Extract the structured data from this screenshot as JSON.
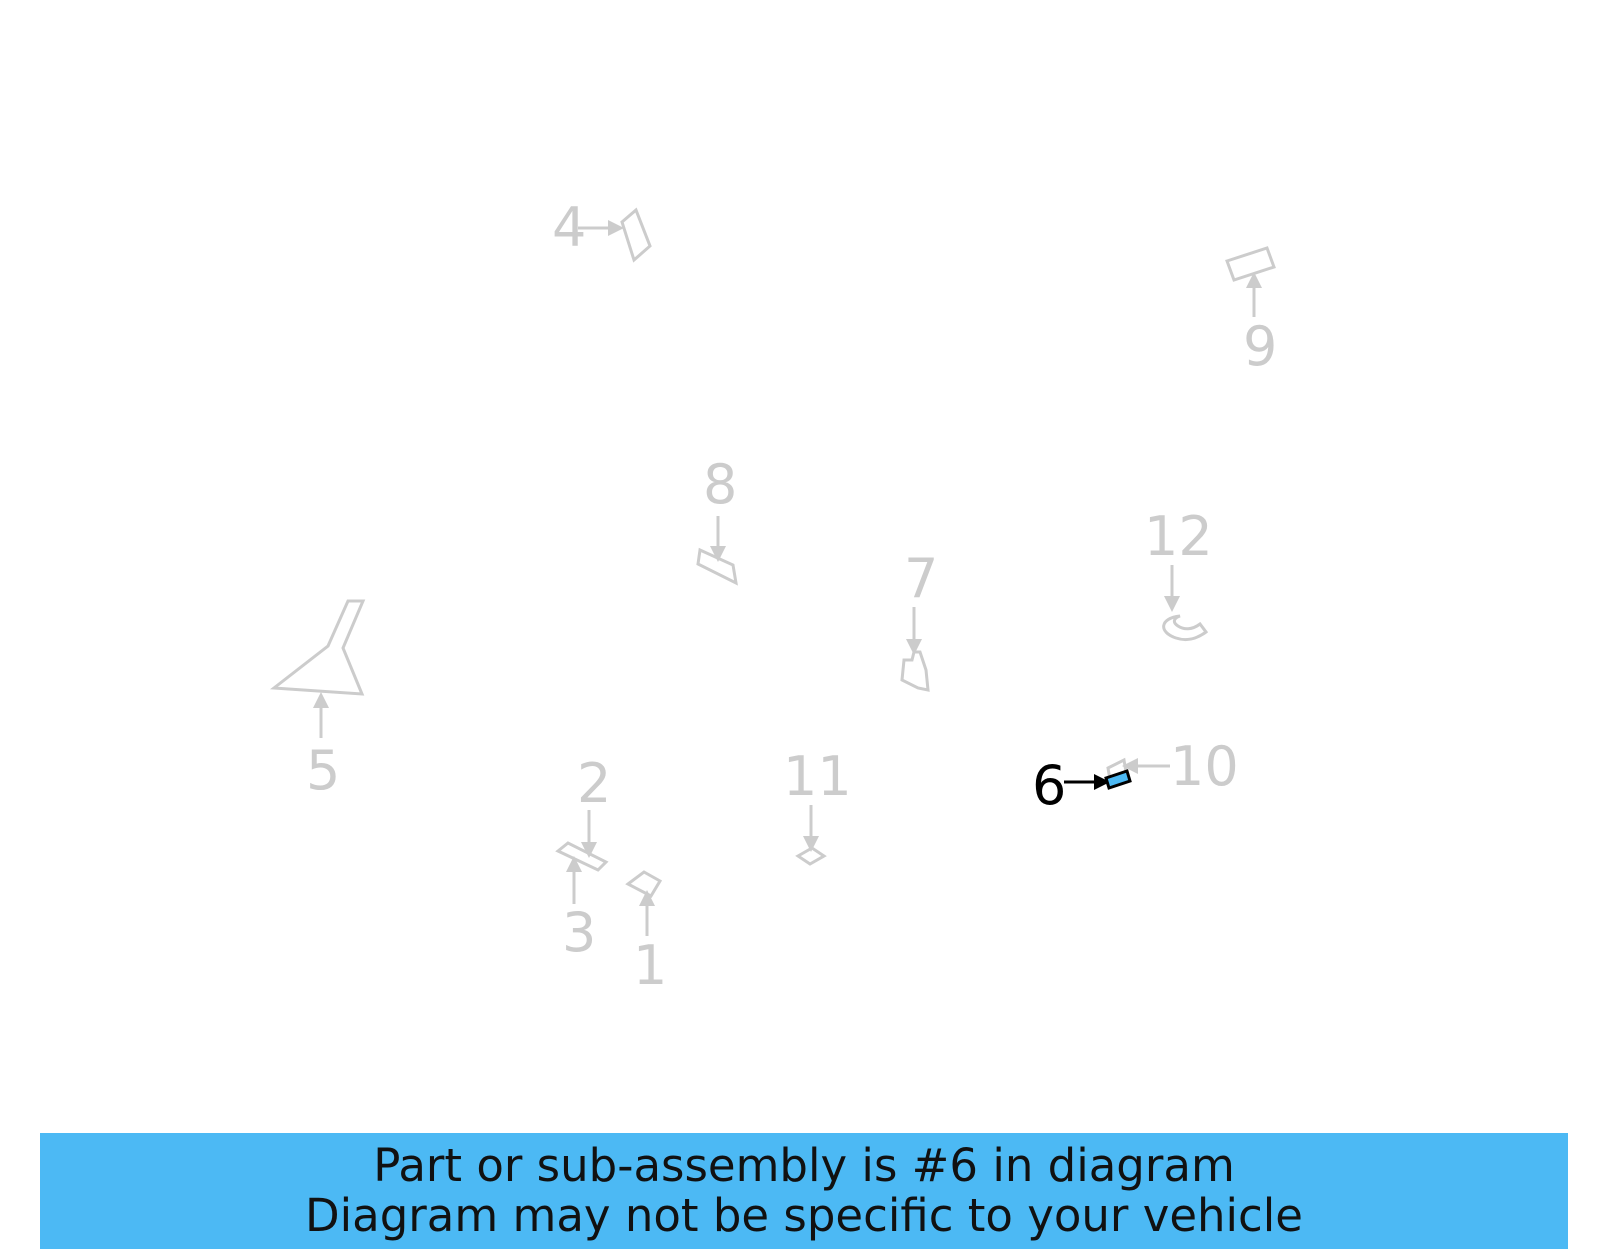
{
  "diagram": {
    "highlighted_part": "6",
    "callouts": {
      "c1": "1",
      "c2": "2",
      "c3": "3",
      "c4": "4",
      "c5": "5",
      "c6": "6",
      "c7": "7",
      "c8": "8",
      "c9": "9",
      "c10": "10",
      "c11": "11",
      "c12": "12"
    },
    "colors": {
      "inactive": "#cccccc",
      "active": "#000000",
      "highlight_fill": "#4cb9f4"
    }
  },
  "banner": {
    "line1": "Part or sub-assembly is #6 in diagram",
    "line2": "Diagram may not be specific to your vehicle",
    "background": "#4cb9f4"
  }
}
